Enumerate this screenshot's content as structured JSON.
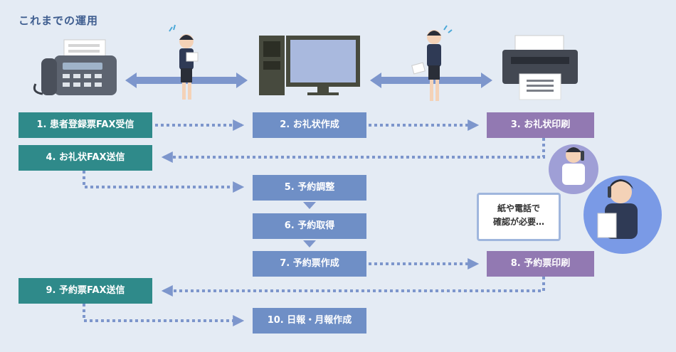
{
  "title": "これまでの運用",
  "steps": {
    "s1": "1. 患者登録票FAX受信",
    "s2": "2. お礼状作成",
    "s3": "3. お礼状印刷",
    "s4": "4. お礼状FAX送信",
    "s5": "5. 予約調整",
    "s6": "6. 予約取得",
    "s7": "7. 予約票作成",
    "s8": "8. 予約票印刷",
    "s9": "9. 予約票FAX送信",
    "s10": "10. 日報・月報作成"
  },
  "bubble": {
    "line1": "紙や電話で",
    "line2": "確認が必要…"
  },
  "colors": {
    "teal": "#2f8a8a",
    "blue": "#6f8fc6",
    "purple": "#9279b2",
    "dotted": "#7d96cc"
  },
  "icons": [
    "fax-machine-icon",
    "computer-icon",
    "printer-icon",
    "worried-staff-icon",
    "doctor-on-phone-icon",
    "nurse-on-phone-icon"
  ]
}
